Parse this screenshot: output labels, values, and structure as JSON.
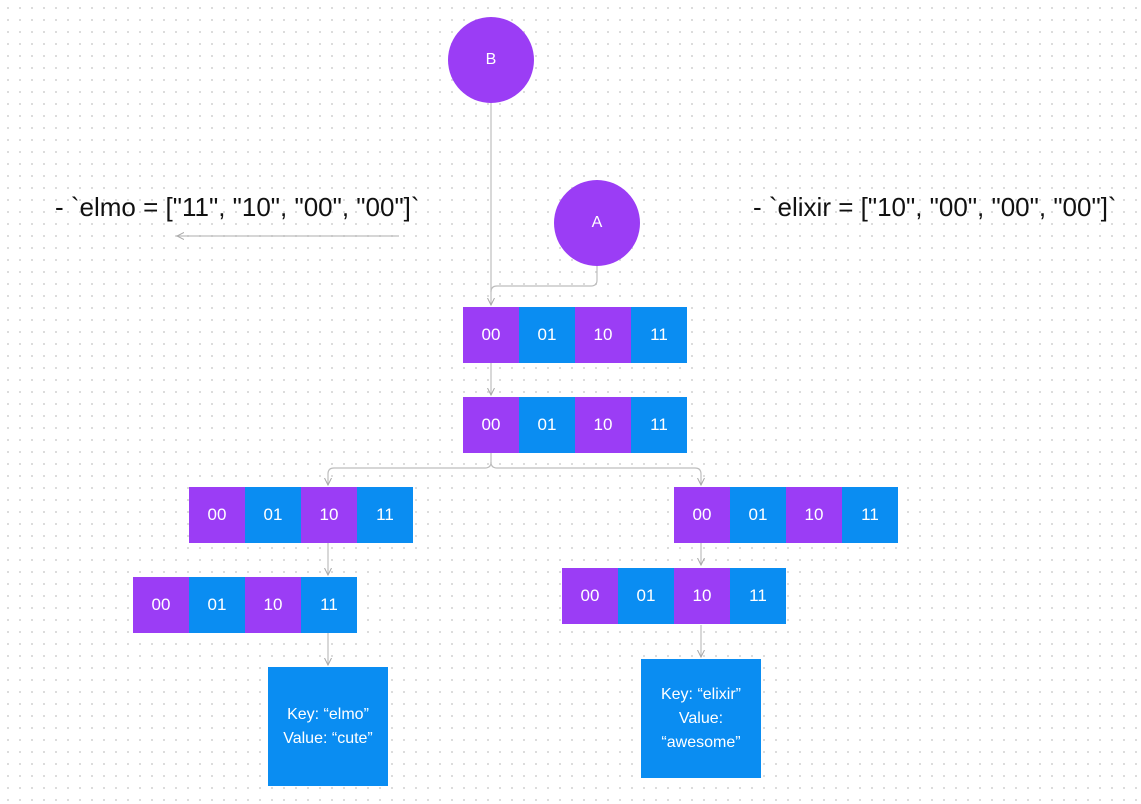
{
  "nodes": {
    "b_label": "B",
    "a_label": "A"
  },
  "notes": {
    "elmo": "- `elmo = [\"11\", \"10\", \"00\", \"00\"]`",
    "elixir": "- `elixir = [\"10\", \"00\", \"00\", \"00\"]`"
  },
  "cell_labels": [
    "00",
    "01",
    "10",
    "11"
  ],
  "leaves": {
    "elmo": {
      "key": "Key: “elmo”",
      "value": "Value: “cute”"
    },
    "elixir": {
      "key": "Key: “elixir”",
      "value_label": "Value:",
      "value": "“awesome”"
    }
  },
  "colors": {
    "purple": "#9b3df5",
    "blue": "#0a8df2",
    "line": "#bdbdbd"
  }
}
